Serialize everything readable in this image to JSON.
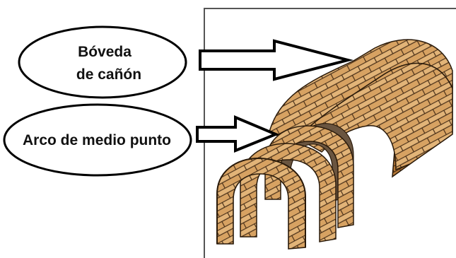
{
  "labels": {
    "vault_line1": "Bóveda",
    "vault_line2": "de cañón",
    "arch": "Arco de medio punto"
  },
  "icons": {
    "vault_arrow": "right-arrow-icon",
    "arch_arrow": "right-arrow-icon"
  },
  "colors": {
    "brick_light": "#e8c794",
    "brick_mid": "#d29a55",
    "brick_dark": "#a8692c",
    "mortar": "#4a3018",
    "outline": "#000000"
  }
}
